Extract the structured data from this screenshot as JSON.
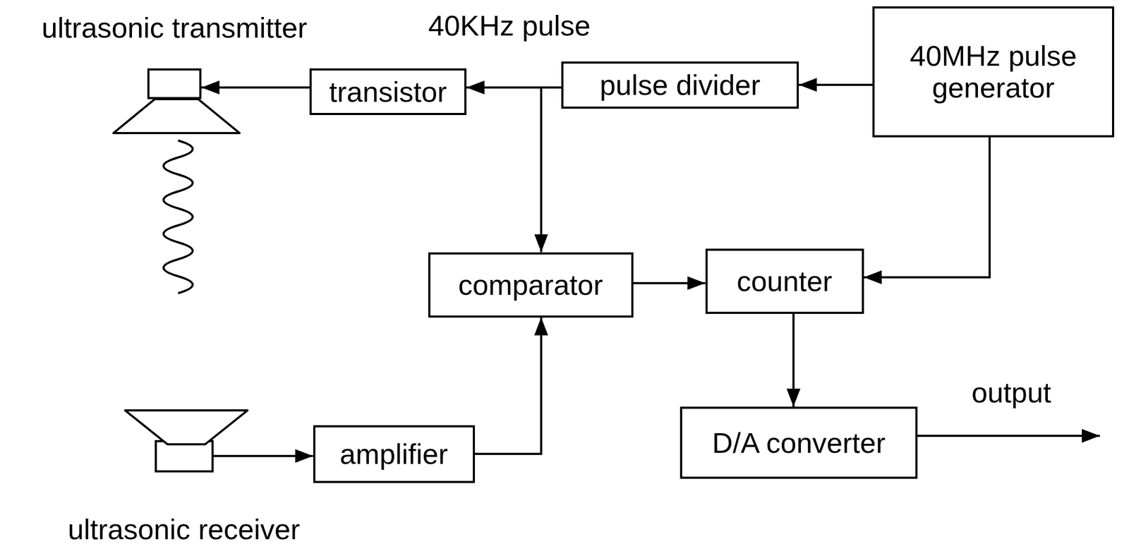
{
  "diagram": {
    "nodes": [
      {
        "text": [
          "ultrasonic transmitter"
        ]
      },
      {
        "text": [
          "transistor"
        ]
      },
      {
        "text": [
          "pulse divider"
        ]
      },
      {
        "text": [
          "40MHz pulse generator"
        ]
      },
      {
        "text": [
          "comparator"
        ]
      },
      {
        "text": [
          "counter"
        ]
      },
      {
        "text": [
          "ultrasonic receiver"
        ]
      },
      {
        "text": [
          "amplifier"
        ]
      },
      {
        "text": [
          "D/A converter"
        ]
      }
    ],
    "edges": [
      {
        "from": 3,
        "to": 2,
        "arrow": "to"
      },
      {
        "from": 2,
        "to": 1,
        "arrow": "to"
      },
      {
        "from": 1,
        "to": 0,
        "arrow": "to"
      },
      {
        "from": 2,
        "to": 4,
        "arrow": "to"
      },
      {
        "from": 6,
        "to": 7,
        "arrow": "to"
      },
      {
        "from": 7,
        "to": 4,
        "arrow": "to"
      },
      {
        "from": 4,
        "to": 5,
        "arrow": "to"
      },
      {
        "from": 3,
        "to": 5,
        "arrow": "to"
      },
      {
        "from": 5,
        "to": 8,
        "arrow": "to"
      }
    ],
    "labels": [
      "40KHz pulse",
      "output"
    ]
  }
}
